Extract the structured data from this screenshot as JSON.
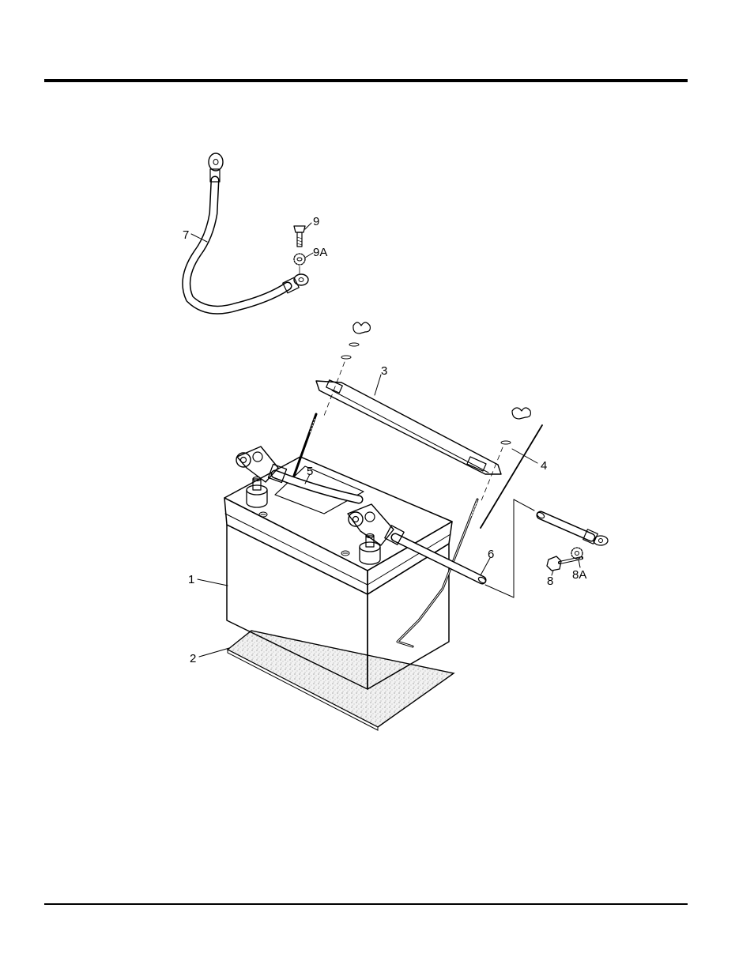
{
  "callouts": {
    "c1": "1",
    "c2": "2",
    "c3": "3",
    "c4": "4",
    "c5": "5",
    "c6": "6",
    "c7": "7",
    "c8": "8",
    "c8a": "8A",
    "c9": "9",
    "c9a": "9A"
  }
}
